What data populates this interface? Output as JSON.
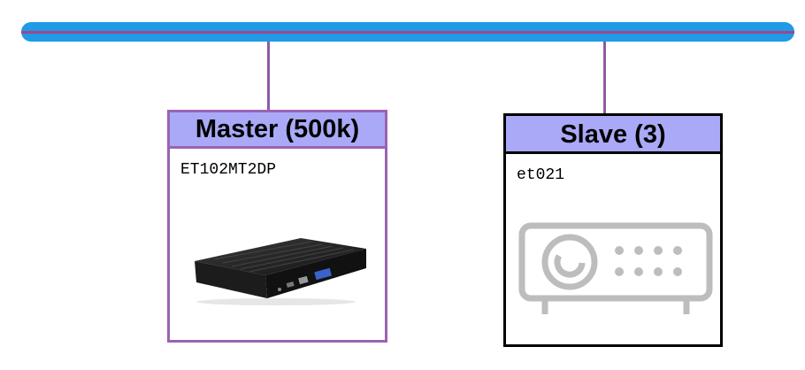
{
  "bus": {
    "colors": {
      "outer": "#1f9ae6",
      "inner": "#a0468c"
    }
  },
  "nodes": [
    {
      "role": "master",
      "title": "Master (500k)",
      "model": "ET102MT2DP",
      "icon": "mini-pc-icon",
      "border_color": "#9a63b3",
      "header_color": "#a9a9f7"
    },
    {
      "role": "slave",
      "title": "Slave (3)",
      "model": "et021",
      "icon": "io-module-icon",
      "border_color": "#000000",
      "header_color": "#a9a9f7"
    }
  ]
}
